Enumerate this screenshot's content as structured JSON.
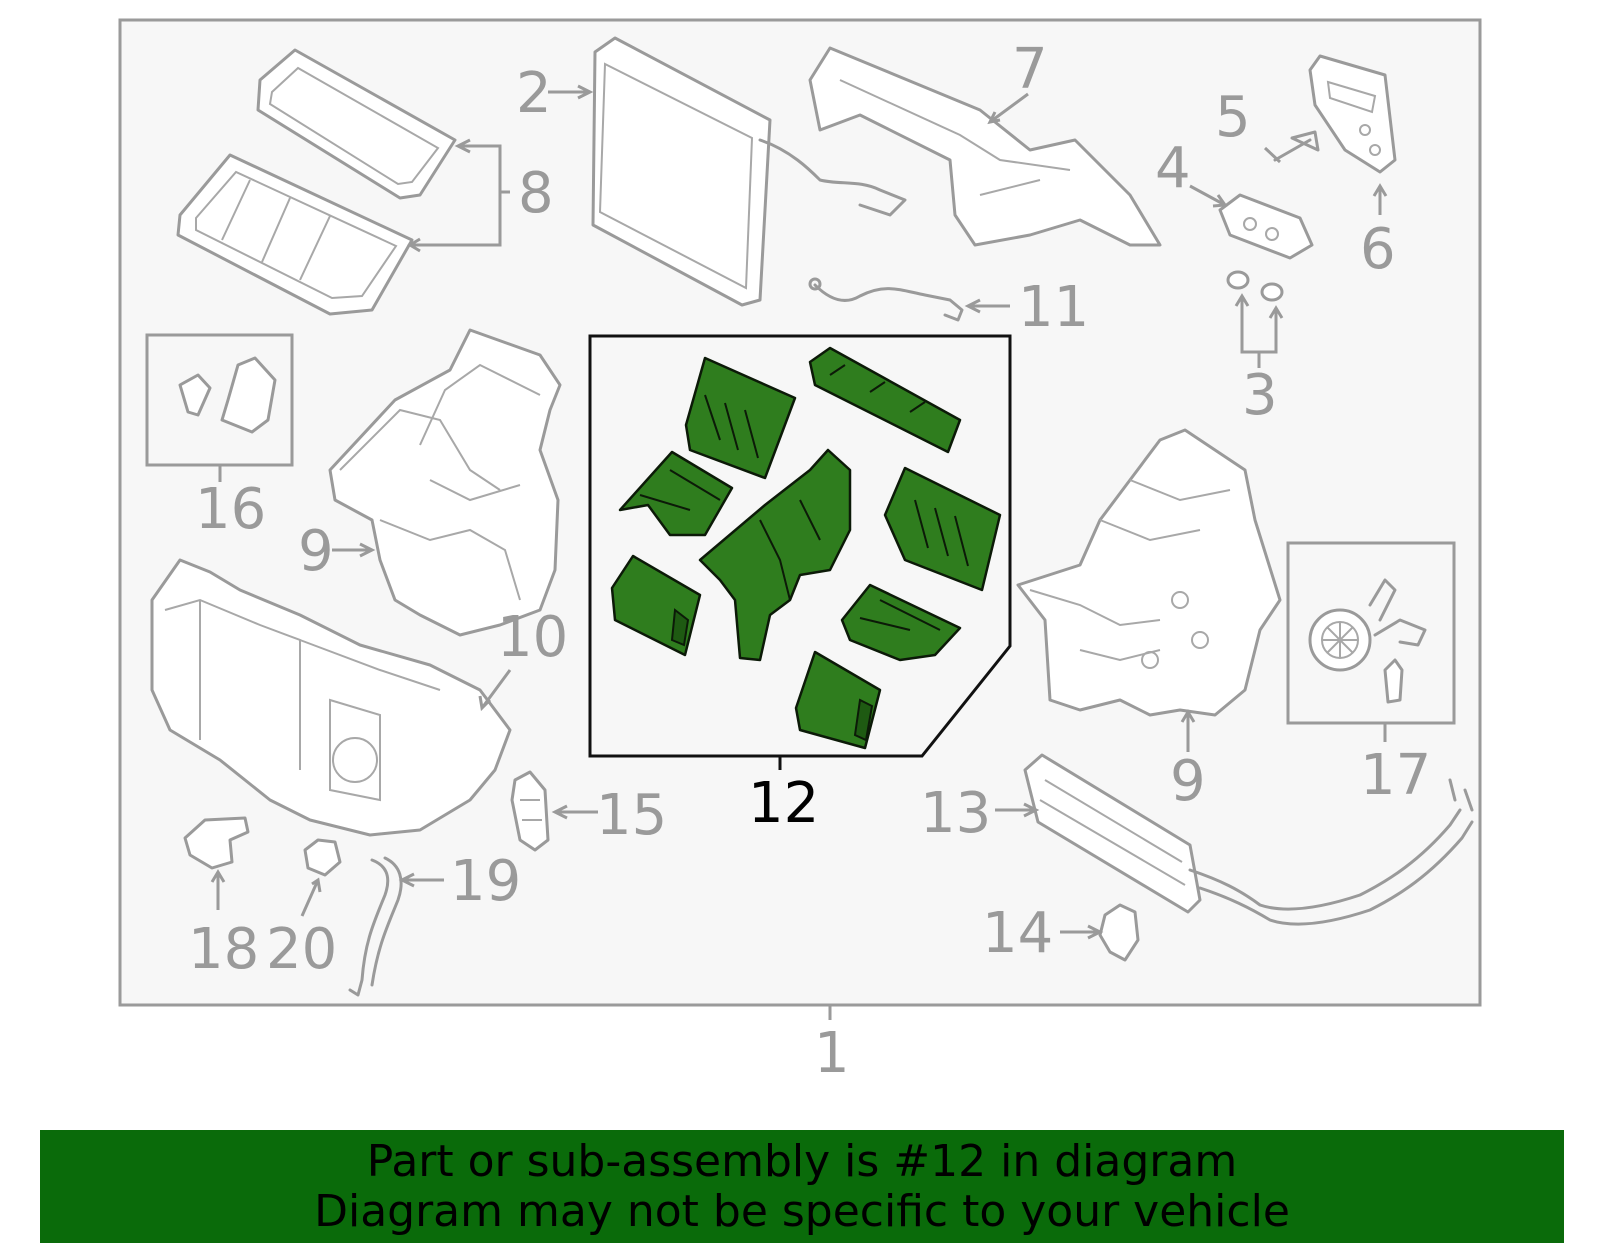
{
  "colors": {
    "frame_fill": "#f7f7f7",
    "frame_stroke": "#9a9a9a",
    "highlight": "#2f7d1e",
    "banner": "#0a6b0a"
  },
  "callouts": {
    "c1": "1",
    "c2": "2",
    "c3": "3",
    "c4": "4",
    "c5": "5",
    "c6": "6",
    "c7": "7",
    "c8": "8",
    "c9a": "9",
    "c9b": "9",
    "c10": "10",
    "c11": "11",
    "c12": "12",
    "c13": "13",
    "c14": "14",
    "c15": "15",
    "c16": "16",
    "c17": "17",
    "c18": "18",
    "c19": "19",
    "c20": "20"
  },
  "banner": {
    "line1": "Part or sub-assembly is #12 in diagram",
    "line2": "Diagram may not be specific to your vehicle"
  }
}
